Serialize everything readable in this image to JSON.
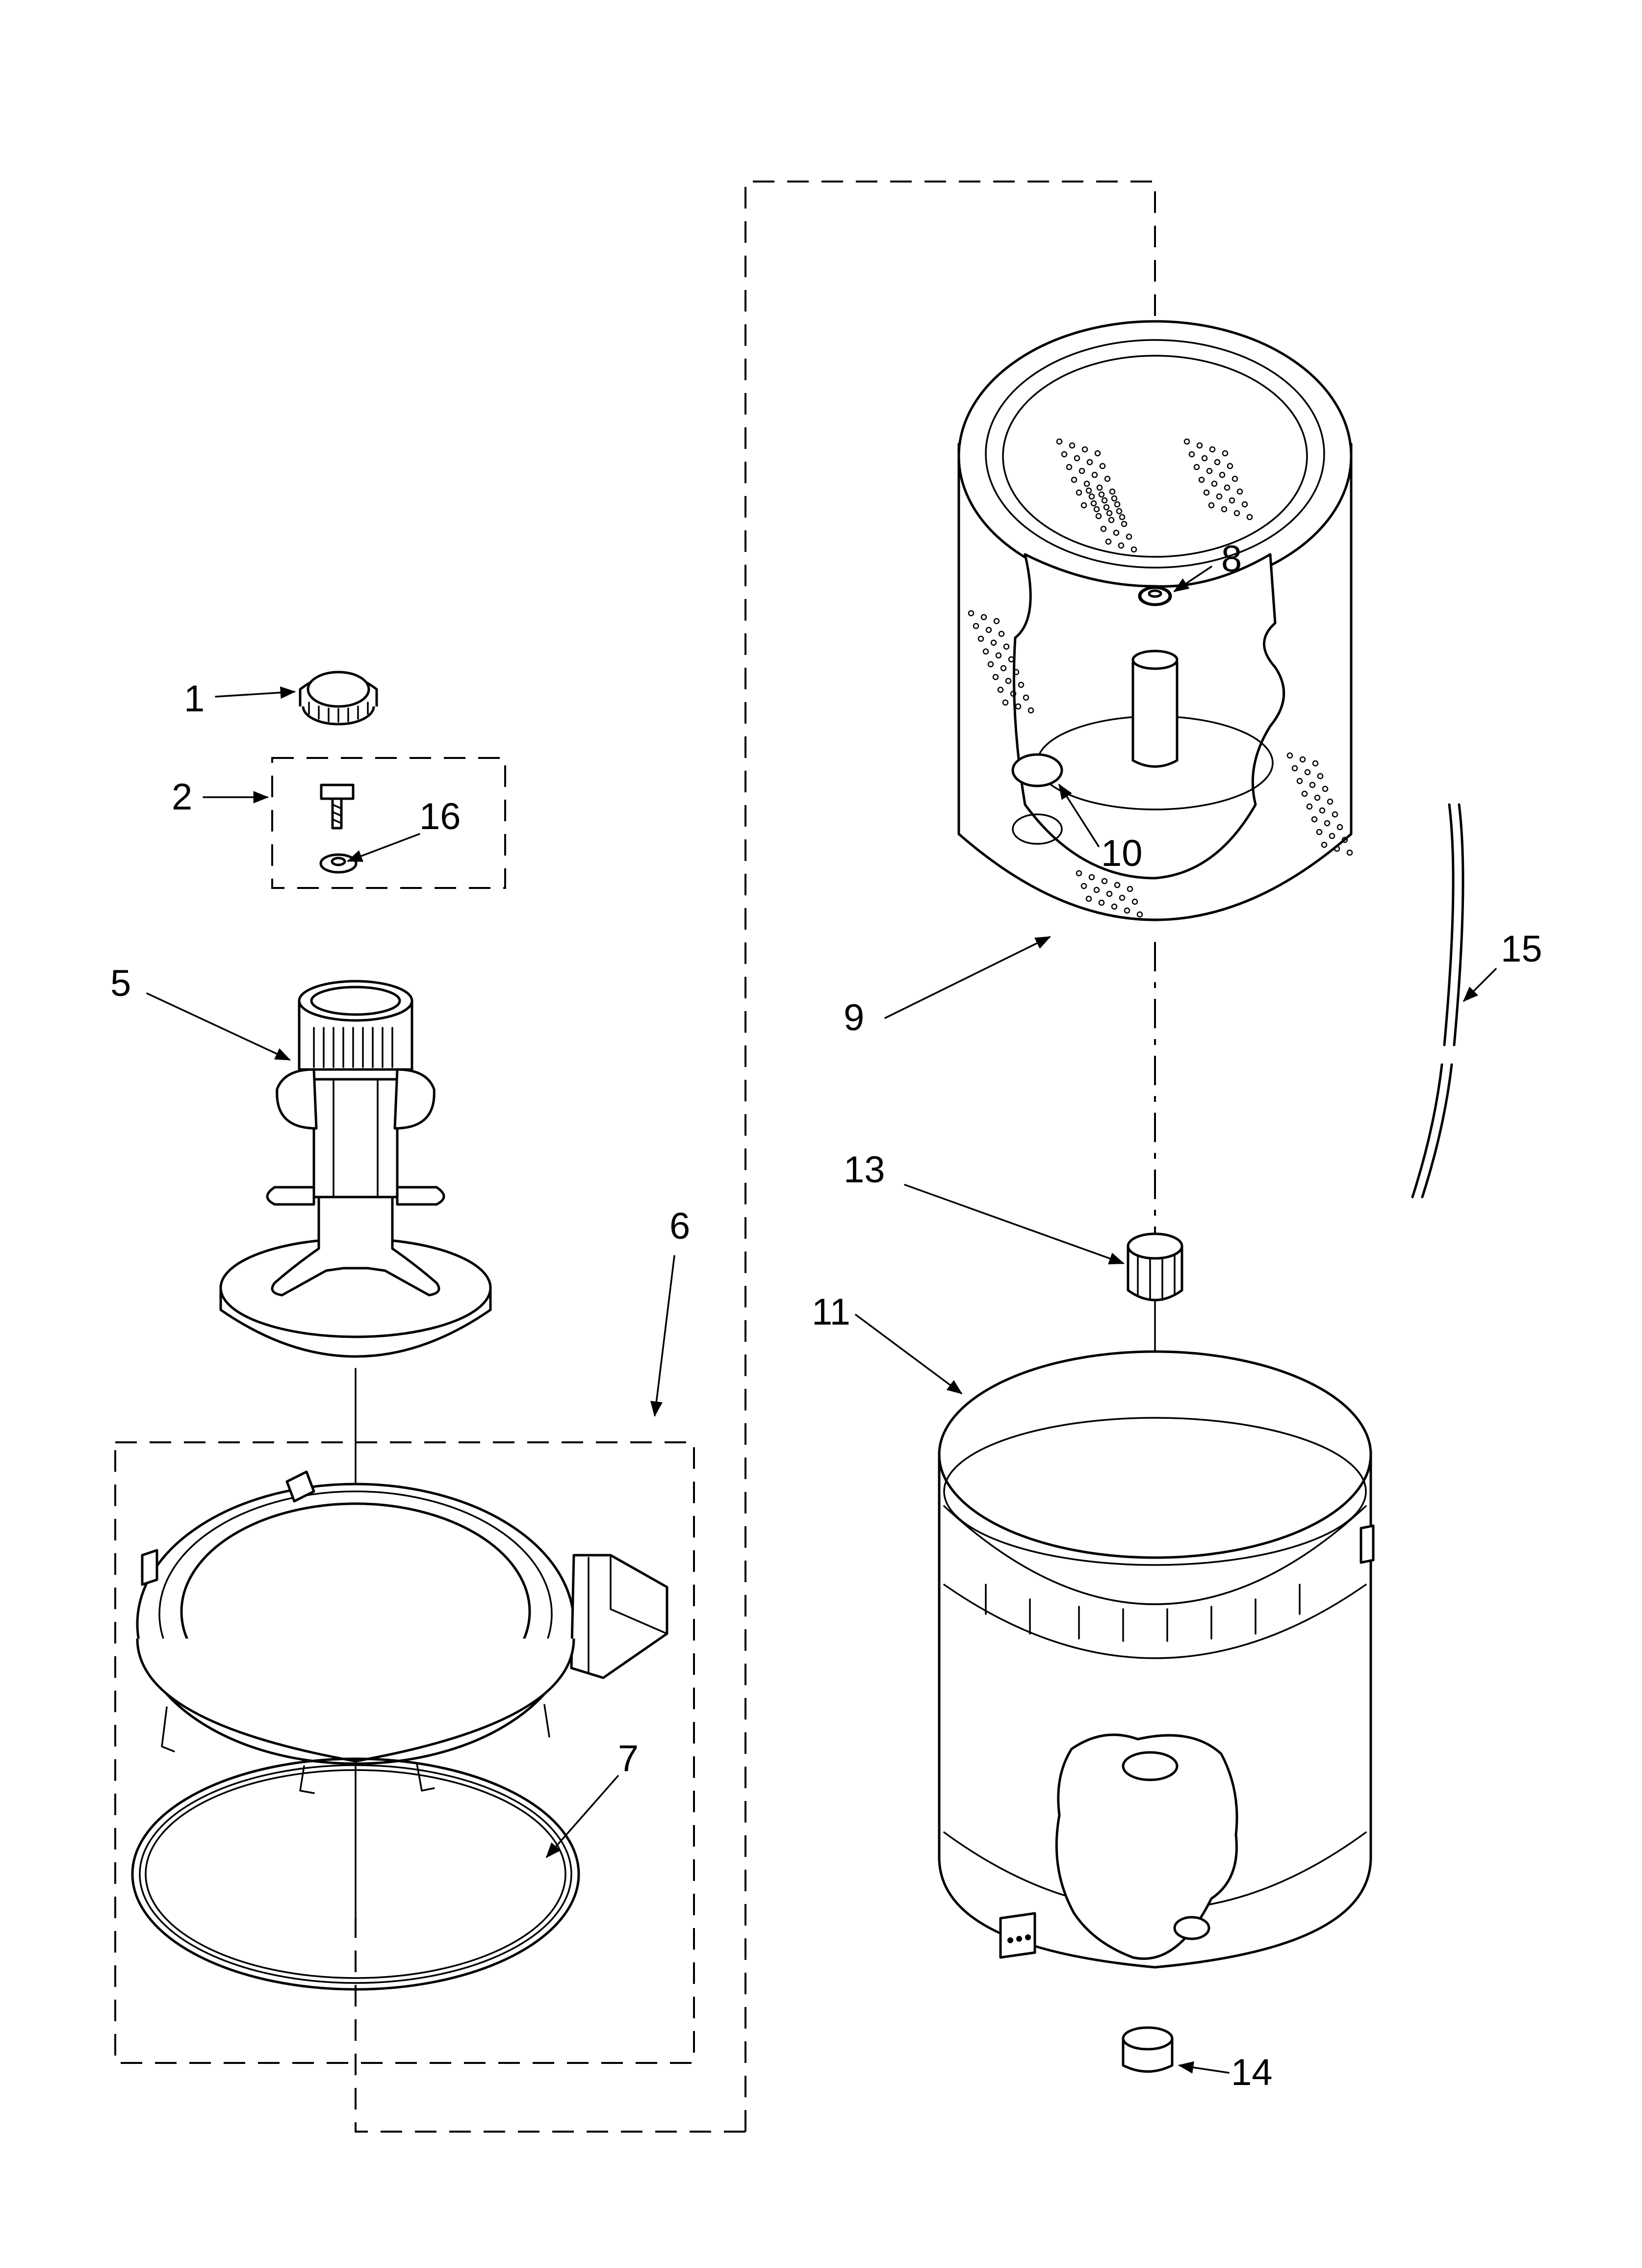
{
  "callouts": {
    "c1": "1",
    "c2": "2",
    "c5": "5",
    "c6": "6",
    "c7": "7",
    "c8": "8",
    "c9": "9",
    "c10": "10",
    "c11": "11",
    "c13": "13",
    "c14": "14",
    "c15": "15",
    "c16": "16"
  }
}
